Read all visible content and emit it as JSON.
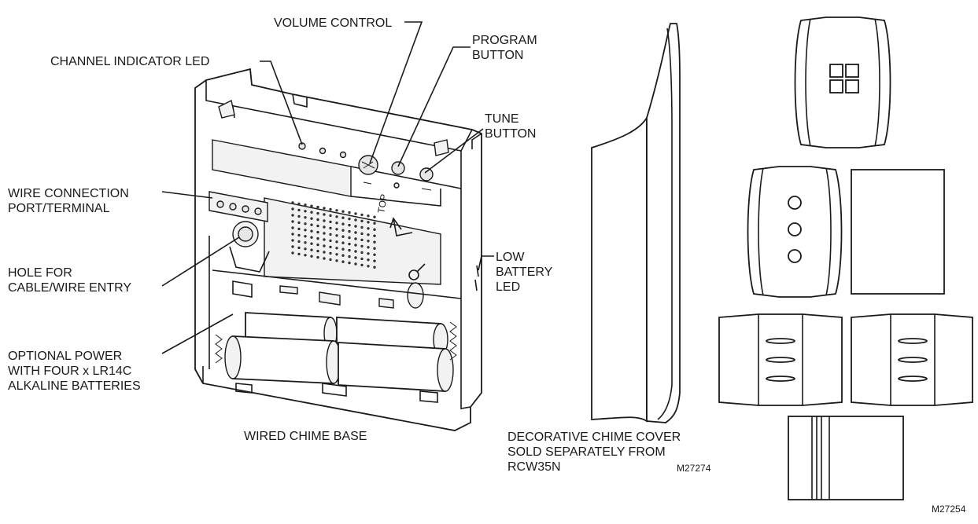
{
  "labels": {
    "volume_control": "VOLUME CONTROL",
    "program_button_1": "PROGRAM",
    "program_button_2": "BUTTON",
    "channel_led": "CHANNEL INDICATOR LED",
    "tune_button_1": "TUNE",
    "tune_button_2": "BUTTON",
    "wire_port_1": "WIRE CONNECTION",
    "wire_port_2": "PORT/TERMINAL",
    "hole_1": "HOLE FOR",
    "hole_2": "CABLE/WIRE ENTRY",
    "low_battery_1": "LOW",
    "low_battery_2": "BATTERY",
    "low_battery_3": "LED",
    "optional_power_1": "OPTIONAL POWER",
    "optional_power_2": "WITH FOUR x LR14C",
    "optional_power_3": "ALKALINE BATTERIES",
    "top_marking": "TOP"
  },
  "captions": {
    "base": "WIRED CHIME BASE",
    "cover_1": "DECORATIVE CHIME COVER",
    "cover_2": "SOLD SEPARATELY FROM",
    "cover_3": "RCW35N",
    "cover_code": "M27274",
    "figure_code": "M27254"
  }
}
